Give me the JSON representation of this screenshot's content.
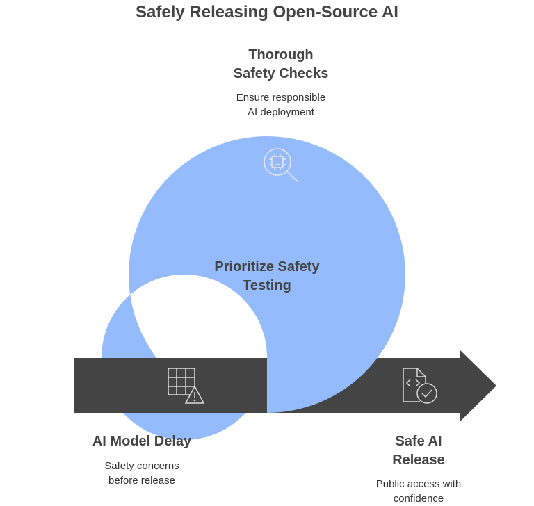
{
  "title": "Safely Releasing Open-Source AI",
  "top": {
    "heading_line1": "Thorough",
    "heading_line2": "Safety Checks",
    "desc_line1": "Ensure responsible",
    "desc_line2": "AI deployment"
  },
  "center": {
    "line1": "Prioritize Safety",
    "line2": "Testing"
  },
  "left": {
    "heading": "AI Model Delay",
    "desc_line1": "Safety concerns",
    "desc_line2": "before release"
  },
  "right": {
    "heading_line1": "Safe AI",
    "heading_line2": "Release",
    "desc_line1": "Public access with",
    "desc_line2": "confidence"
  },
  "colors": {
    "ring": "#94BBFB",
    "arrow": "#444444",
    "icon_light": "#cfcfcf",
    "icon_dark": "#666666"
  },
  "icons": [
    "chip-inspect-icon",
    "grid-warning-icon",
    "code-file-check-icon"
  ]
}
